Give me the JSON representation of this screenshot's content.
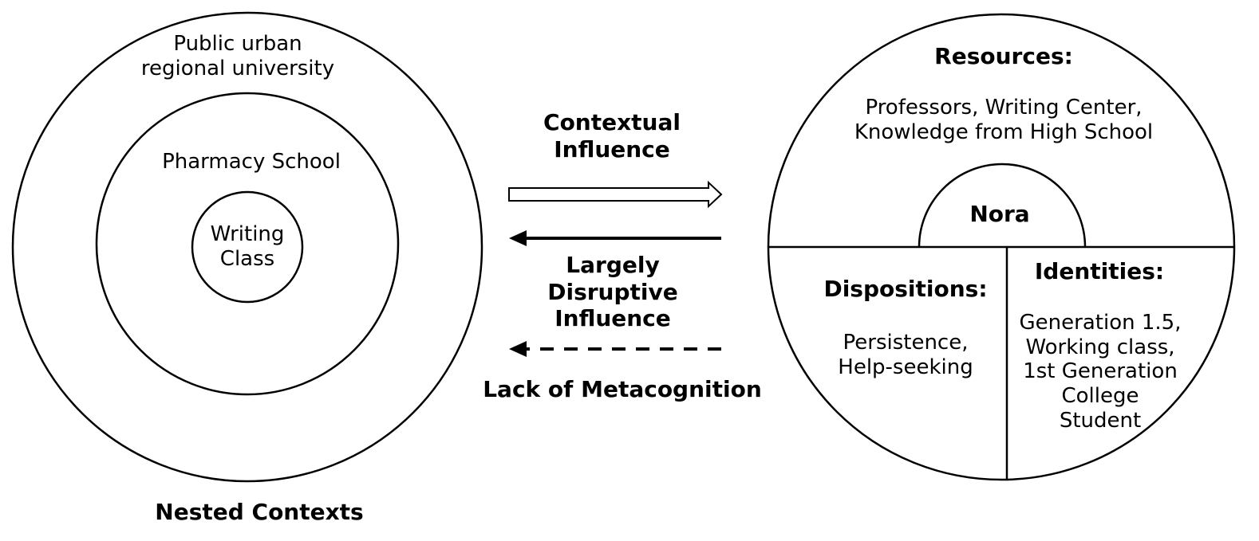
{
  "nested_contexts": {
    "outer_label": [
      "Public urban",
      "regional university"
    ],
    "middle_label": "Pharmacy School",
    "inner_label": [
      "Writing",
      "Class"
    ],
    "caption": "Nested Contexts"
  },
  "arrows": {
    "contextual_influence": [
      "Contextual",
      "Influence"
    ],
    "disruptive_influence": [
      "Largely",
      "Disruptive",
      "Influence"
    ],
    "metacognition": "Lack of Metacognition"
  },
  "person": {
    "name": "Nora",
    "resources_title": "Resources:",
    "resources_text": [
      "Professors, Writing Center,",
      "Knowledge from High School"
    ],
    "dispositions_title": "Dispositions:",
    "dispositions_text": [
      "Persistence,",
      "Help-seeking"
    ],
    "identities_title": "Identities:",
    "identities_text": [
      "Generation 1.5,",
      "Working class,",
      "1st Generation",
      "College",
      "Student"
    ]
  }
}
